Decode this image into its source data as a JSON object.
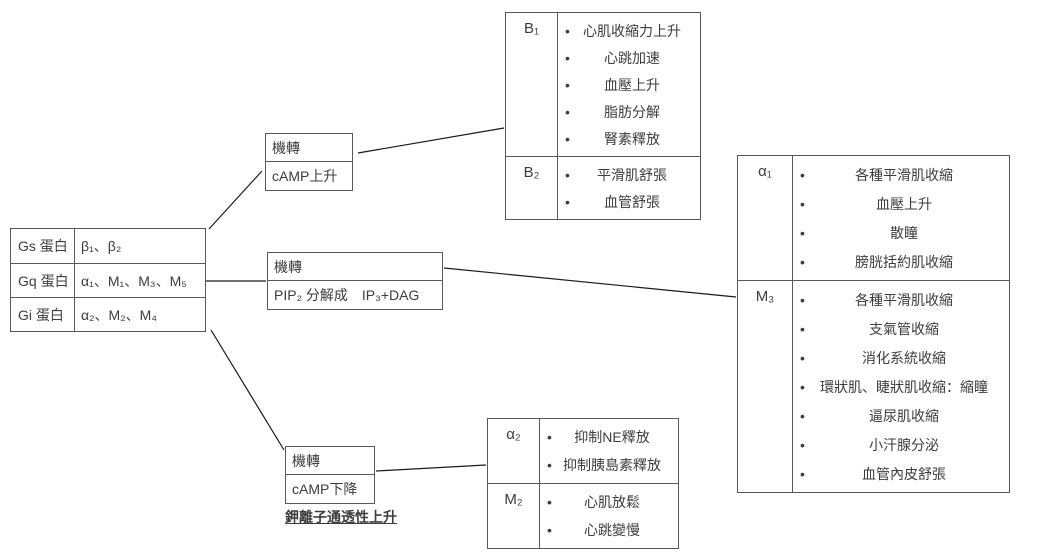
{
  "bullet_char": "•",
  "colors": {
    "text": "#3d3d3d",
    "border": "#595959",
    "line": "#1a1a1a",
    "background": "#ffffff"
  },
  "gprotein_table": {
    "rows": [
      {
        "protein": "Gs 蛋白",
        "receptors": "β₁、β₂"
      },
      {
        "protein": "Gq 蛋白",
        "receptors": "α₁、M₁、M₃、M₅"
      },
      {
        "protein": "Gi 蛋白",
        "receptors": "α₂、M₂、M₄"
      }
    ]
  },
  "mech_camp_up": {
    "header": "機轉",
    "body": "cAMP上升"
  },
  "mech_pip2": {
    "header": "機轉",
    "body": "PIP₂ 分解成　IP₃+DAG"
  },
  "mech_camp_down": {
    "header": "機轉",
    "body": "cAMP下降",
    "note": "鉀離子通透性上升"
  },
  "beta_table": {
    "rows": [
      {
        "receptor": "B₁",
        "effects": [
          "心肌收縮力上升",
          "心跳加速",
          "血壓上升",
          "脂肪分解",
          "腎素釋放"
        ]
      },
      {
        "receptor": "B₂",
        "effects": [
          "平滑肌舒張",
          "血管舒張"
        ]
      }
    ]
  },
  "alpha_m_table": {
    "rows": [
      {
        "receptor": "α₁",
        "effects": [
          "各種平滑肌收縮",
          "血壓上升",
          "散瞳",
          "膀胱括約肌收縮"
        ]
      },
      {
        "receptor": "M₃",
        "effects": [
          "各種平滑肌收縮",
          "支氣管收縮",
          "消化系統收縮",
          "環狀肌、睫狀肌收縮：縮瞳",
          "逼尿肌收縮",
          "小汗腺分泌",
          "血管內皮舒張"
        ]
      }
    ]
  },
  "alpha2_m2_table": {
    "rows": [
      {
        "receptor": "α₂",
        "effects": [
          "抑制NE釋放",
          "抑制胰島素釋放"
        ]
      },
      {
        "receptor": "M₂",
        "effects": [
          "心肌放鬆",
          "心跳變慢"
        ]
      }
    ]
  }
}
